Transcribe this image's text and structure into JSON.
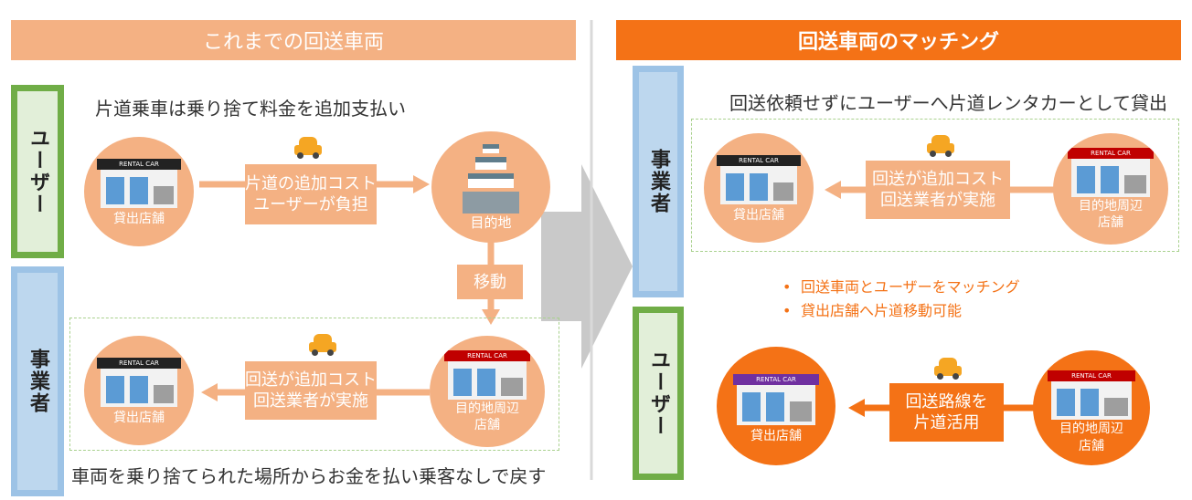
{
  "left": {
    "header": "これまでの回送車両",
    "user_label": "ユーザー",
    "operator_label": "事業者",
    "user_caption": "片道乗車は乗り捨て料金を追加支払い",
    "user_box": [
      "片道の追加コスト",
      "ユーザーが負担"
    ],
    "origin_store": "貸出店舗",
    "destination": "目的地",
    "move_label": "移動",
    "operator_box": [
      "回送が追加コスト",
      "回送業者が実施"
    ],
    "store_near_dest": [
      "目的地周辺",
      "店舗"
    ],
    "store_origin2": "貸出店舗",
    "operator_caption": "車両を乗り捨てられた場所からお金を払い乗客なしで戻す"
  },
  "right": {
    "header": "回送車両のマッチング",
    "operator_label": "事業者",
    "user_label": "ユーザー",
    "operator_caption": "回送依頼せずにユーザーへ片道レンタカーとして貸出",
    "operator_box": [
      "回送が追加コスト",
      "回送業者が実施"
    ],
    "store_origin": "貸出店舗",
    "store_near_dest": [
      "目的地周辺",
      "店舗"
    ],
    "bullets": [
      "回送車両とユーザーをマッチング",
      "貸出店舗へ片道移動可能"
    ],
    "user_box": [
      "回送路線を",
      "片道活用"
    ],
    "user_store_origin": "貸出店舗",
    "user_store_dest": [
      "目的地周辺",
      "店舗"
    ]
  },
  "sign_text": "RENTAL CAR",
  "colors": {
    "light_orange": "#f4b183",
    "dark_orange": "#f47216",
    "green": "#70ad47",
    "blue": "#9dc3e6",
    "divider": "#d9d9d9",
    "arrow_gray": "#c9c9c9"
  }
}
